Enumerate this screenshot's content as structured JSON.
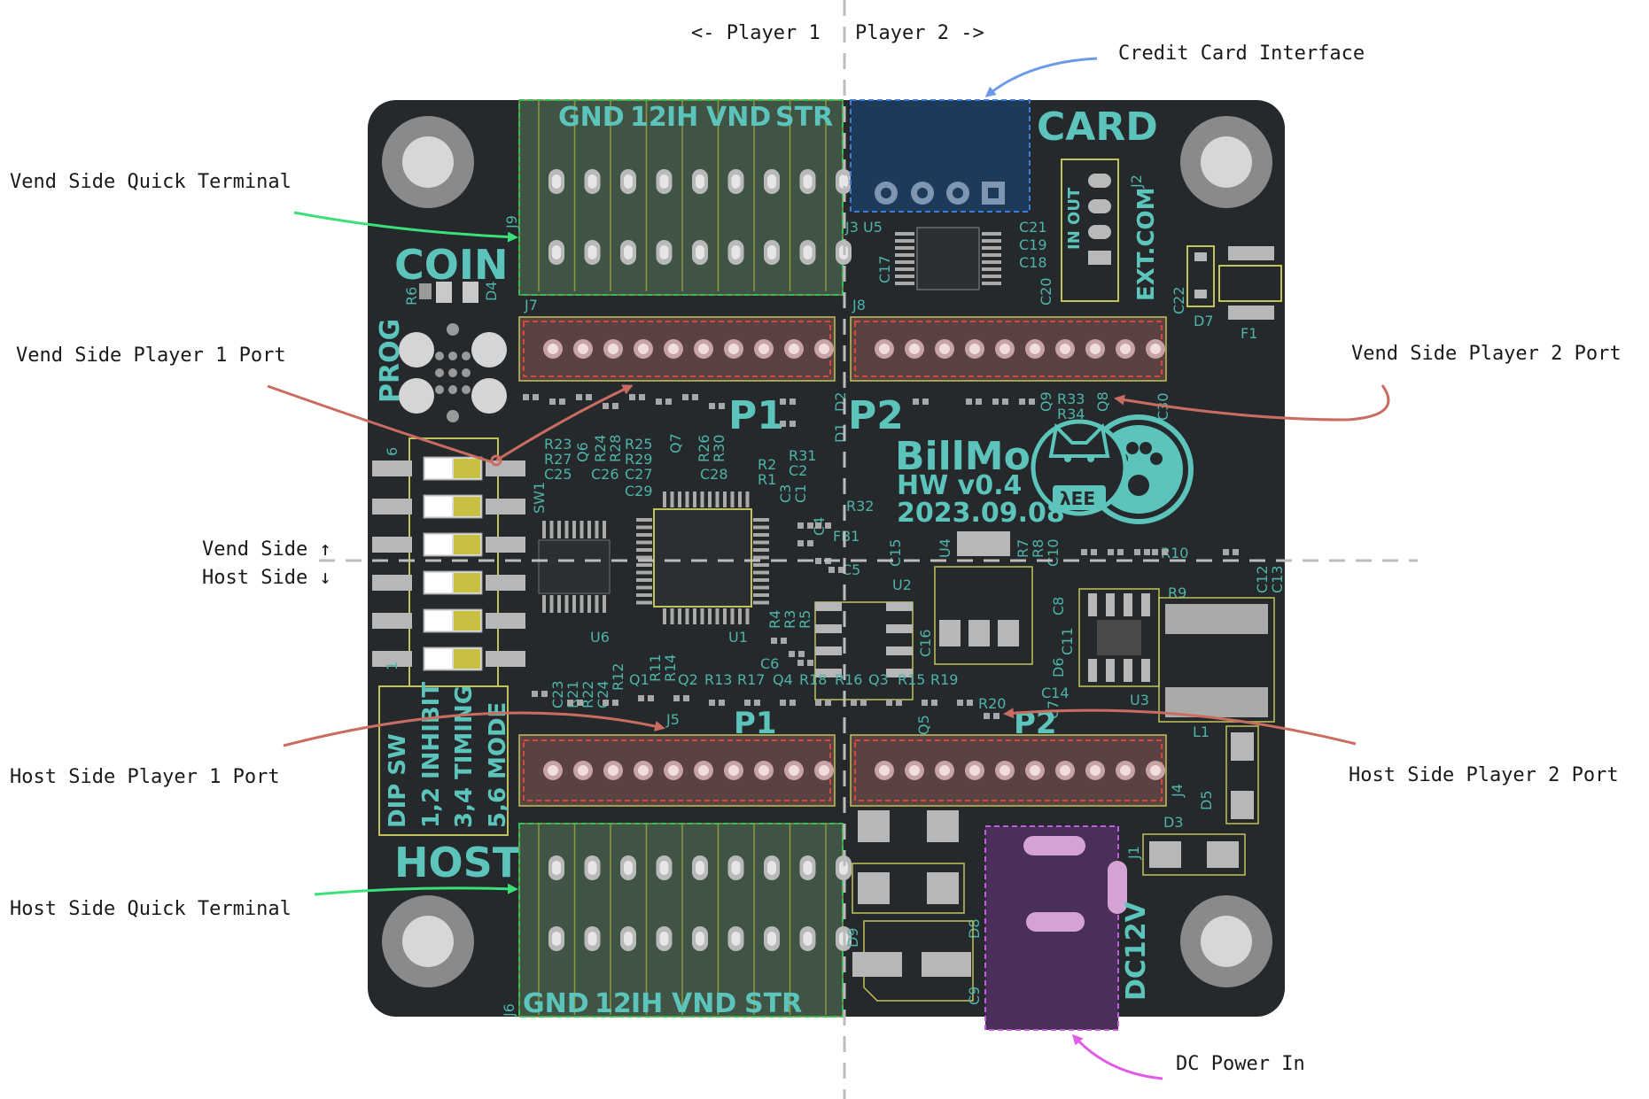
{
  "header": {
    "player1_label": "<- Player 1",
    "player2_label": "Player 2 ->"
  },
  "side_divider": {
    "vend_label": "Vend Side ↑",
    "host_label": "Host Side ↓"
  },
  "annotations": {
    "credit_card_interface": "Credit Card Interface",
    "vend_quick_terminal": "Vend Side Quick Terminal",
    "vend_player1_port": "Vend Side Player 1 Port",
    "vend_player2_port": "Vend Side Player 2 Port",
    "host_player1_port": "Host Side Player 1 Port",
    "host_player2_port": "Host Side Player 2 Port",
    "host_quick_terminal": "Host Side Quick Terminal",
    "dc_power_in": "DC Power In"
  },
  "annotation_colors": {
    "card": "#6b9be8",
    "quick_terminal": "#3be07a",
    "port": "#c96d62",
    "power": "#e05ce8"
  },
  "board": {
    "coin": "COIN",
    "prog": "PROG",
    "card": "CARD",
    "ext_com": "EXT.COM",
    "in_out": "IN OUT",
    "host": "HOST",
    "p1": "P1",
    "p2": "P2",
    "name": "BillMock",
    "hw": "HW v0.4",
    "date": "2023.09.08",
    "logo": "λEE",
    "dc12v": "DC12V",
    "terminal_top": [
      "GND",
      "12",
      "IH",
      "VND",
      "STR"
    ],
    "terminal_bottom": [
      "GND",
      "12",
      "IH",
      "VND",
      "STR"
    ],
    "dip": {
      "col1": [
        "DIP SW",
        ""
      ],
      "col2": [
        "INHIBIT",
        "1,2"
      ],
      "col3": [
        "TIMING",
        "3,4"
      ],
      "col4": [
        "MODE",
        "5,6"
      ]
    },
    "refs": {
      "j9": "J9",
      "j7": "J7",
      "j8": "J8",
      "j3u5": "J3 U5",
      "j2": "J2",
      "j5": "J5",
      "j4": "J4",
      "j6": "J6",
      "j1": "J1",
      "u6": "U6",
      "u1": "U1",
      "u2": "U2",
      "u3": "U3",
      "u4": "U4",
      "sw1": "SW1",
      "f1": "F1",
      "d7": "D7",
      "c22": "C22",
      "r6": "R6",
      "d4": "D4",
      "fb1": "FB1",
      "c5": "C5",
      "r32": "R32",
      "l1": "L1",
      "d5": "D5",
      "d3": "D3",
      "d9": "D9",
      "d8": "D8",
      "c9": "C9",
      "q1": "Q1",
      "q2": "Q2",
      "q3": "Q3",
      "q4": "Q4",
      "q5": "Q5",
      "q6": "Q6",
      "q7": "Q7",
      "q8": "Q8",
      "q9": "Q9",
      "r20": "R20",
      "c14": "C14",
      "r9": "R9",
      "r10": "R10",
      "c17": "C17",
      "c21": "C21",
      "c19": "C19",
      "c18": "C18",
      "c20": "C20",
      "r33": "R33",
      "r34": "R34",
      "c30": "C30",
      "r31": "R31",
      "c2": "C2",
      "r2": "R2",
      "r1": "R1",
      "r23": "R23",
      "r27": "R27",
      "c25": "C25",
      "c26": "C26",
      "c29": "C29",
      "r25": "R25",
      "r29": "R29",
      "c27": "C27",
      "r26": "R26",
      "r30": "R30",
      "c28": "C28",
      "c15": "C15",
      "r7": "R7",
      "r8": "R8",
      "c10": "C10",
      "c12": "C12",
      "c13": "C13",
      "c8": "C8",
      "c11": "C11",
      "d6": "D6",
      "c7": "C7",
      "c16": "C16",
      "r4": "R4",
      "r5": "R5",
      "r3": "R3",
      "c6": "C6",
      "r13": "R13",
      "r17": "R17",
      "r18": "R18",
      "r16": "R16",
      "r15": "R15",
      "r19": "R19",
      "r11": "R11",
      "r14": "R14",
      "r12": "R12",
      "c23": "C23",
      "r21": "R21",
      "r22": "R22",
      "c24": "C24",
      "c3": "C3",
      "c1": "C1",
      "c4": "C4",
      "d1": "D1",
      "d2": "D2",
      "r24": "R24",
      "r28": "R28"
    }
  }
}
